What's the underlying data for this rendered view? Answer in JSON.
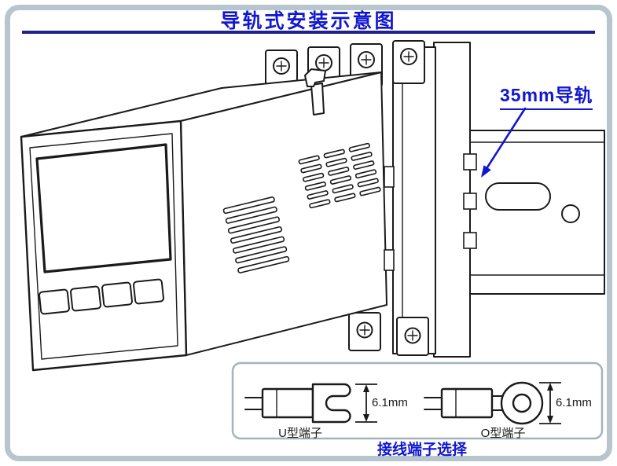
{
  "title": "导轨式安装示意图",
  "diagram": {
    "rail_label": "35mm导轨"
  },
  "inset": {
    "u_terminal_label": "U型端子",
    "o_terminal_label": "O型端子",
    "u_dimension": "6.1mm",
    "o_dimension": "6.1mm",
    "caption": "接线端子选择"
  },
  "colors": {
    "accent_blue": "#1117cf",
    "divider_navy": "#20208c",
    "frame_border": "#b7c5cd",
    "inset_border": "#a3b4bd",
    "line_art": "#1a1a1a"
  }
}
